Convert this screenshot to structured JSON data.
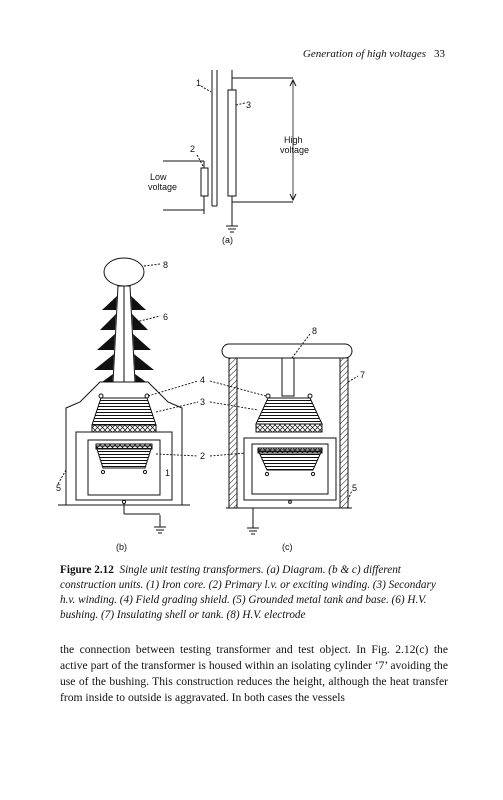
{
  "header": {
    "title": "Generation of high voltages",
    "page_number": "33"
  },
  "diagram_a": {
    "labels": {
      "n1": "1",
      "n2": "2",
      "n3": "3",
      "high": "High",
      "voltage_hv": "voltage",
      "low": "Low",
      "voltage_lv": "voltage",
      "a": "(a)"
    }
  },
  "diagram_b": {
    "labels": {
      "n8": "8",
      "n6": "6",
      "n5": "5",
      "n1": "1",
      "n4": "4",
      "n3": "3",
      "n2": "2",
      "b": "(b)"
    }
  },
  "diagram_c": {
    "labels": {
      "n8": "8",
      "n7": "7",
      "n5": "5",
      "c": "(c)"
    }
  },
  "caption": {
    "figure_number": "Figure 2.12",
    "text": "Single unit testing transformers. (a) Diagram. (b & c) different construction units. (1) Iron core. (2) Primary l.v. or exciting winding. (3) Secondary h.v. winding. (4) Field grading shield. (5) Grounded metal tank and base. (6) H.V. bushing. (7) Insulating shell or tank. (8) H.V. electrode"
  },
  "body_text": "the connection between testing transformer and test object. In Fig. 2.12(c) the active part of the transformer is housed within an isolating cylinder ‘7’ avoiding the use of the bushing. This construction reduces the height, although the heat transfer from inside to outside is aggravated. In both cases the vessels"
}
